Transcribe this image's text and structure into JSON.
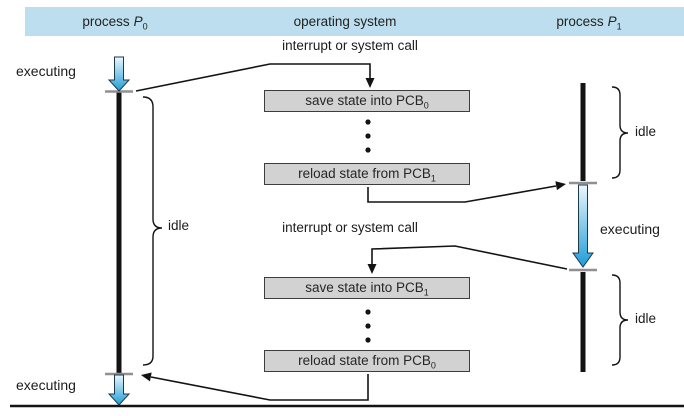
{
  "header": {
    "p0": {
      "text": "process",
      "var": "P",
      "sub": "0"
    },
    "os": {
      "text": "operating system"
    },
    "p1": {
      "text": "process",
      "var": "P",
      "sub": "1"
    }
  },
  "labels": {
    "interrupt_top": "interrupt or system call",
    "interrupt_middle": "interrupt or system call",
    "executing_p0_top": "executing",
    "executing_p0_bottom": "executing",
    "idle_p0": "idle",
    "idle_p1_top": "idle",
    "executing_p1": "executing",
    "idle_p1_bottom": "idle"
  },
  "boxes": [
    {
      "text": "save state into PCB",
      "sub": "0"
    },
    {
      "text": "reload state from PCB",
      "sub": "1"
    },
    {
      "text": "save state into PCB",
      "sub": "1"
    },
    {
      "text": "reload state from PCB",
      "sub": "0"
    }
  ],
  "colors": {
    "header_bg": "#bddeee",
    "box_bg": "#d2d2d2",
    "box_border": "#3d3d3d",
    "line": "#131313",
    "tick_gray": "#909090",
    "arrow_gradient_top": "#eaf7fd",
    "arrow_gradient_bottom": "#1f9cd6"
  }
}
